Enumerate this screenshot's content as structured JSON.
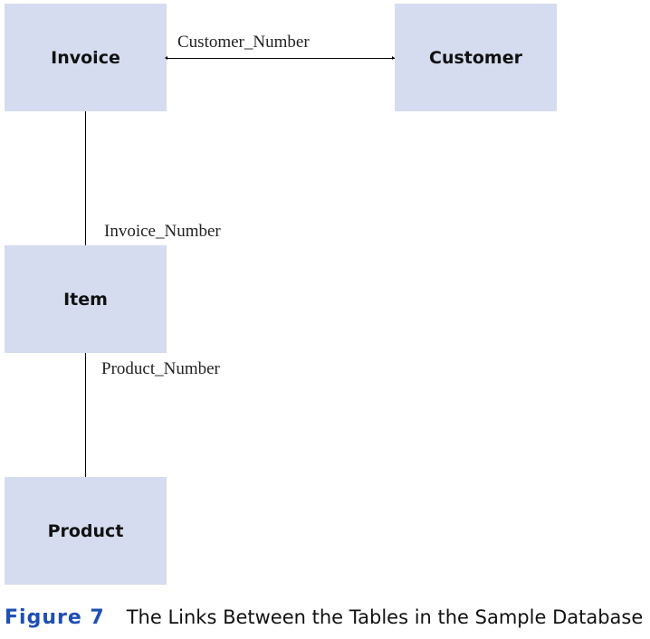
{
  "diagram": {
    "entities": {
      "invoice": "Invoice",
      "customer": "Customer",
      "item": "Item",
      "product": "Product"
    },
    "links": {
      "invoice_customer": "Customer_Number",
      "invoice_item": "Invoice_Number",
      "item_product": "Product_Number"
    }
  },
  "caption": {
    "figure_label": "Figure 7",
    "text": "The Links Between the Tables in the Sample Database"
  },
  "colors": {
    "entity_fill": "#d6dcef",
    "figure_label": "#1e4fb4"
  }
}
